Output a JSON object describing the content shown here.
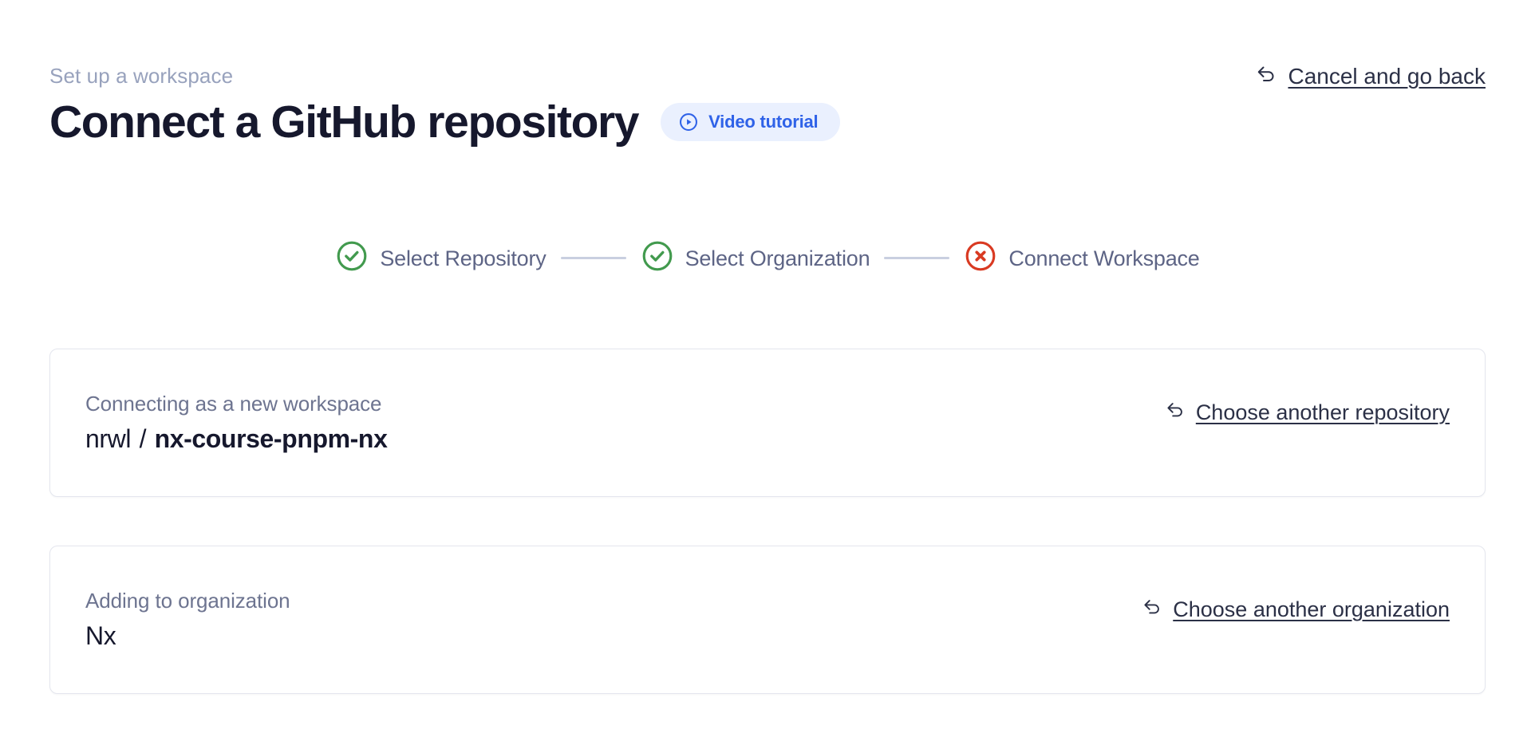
{
  "header": {
    "eyebrow": "Set up a workspace",
    "title": "Connect a GitHub repository",
    "video_tutorial_label": "Video tutorial",
    "video_tutorial_icon": "play-circle-icon",
    "cancel_label": "Cancel and go back",
    "cancel_icon": "back-arrow-icon"
  },
  "stepper": {
    "steps": [
      {
        "label": "Select Repository",
        "state": "complete",
        "icon": "check-circle-icon"
      },
      {
        "label": "Select Organization",
        "state": "complete",
        "icon": "check-circle-icon"
      },
      {
        "label": "Connect Workspace",
        "state": "error",
        "icon": "x-circle-icon"
      }
    ]
  },
  "cards": {
    "repository": {
      "caption": "Connecting as a new workspace",
      "owner": "nrwl",
      "separator": "/",
      "repo": "nx-course-pnpm-nx",
      "link_label": "Choose another repository",
      "link_icon": "back-arrow-icon"
    },
    "organization": {
      "caption": "Adding to organization",
      "value": "Nx",
      "link_label": "Choose another organization",
      "link_icon": "back-arrow-icon"
    }
  },
  "colors": {
    "background": "#ffffff",
    "title": "#16182d",
    "eyebrow": "#98a2bd",
    "accent_blue": "#2f62e8",
    "pill_background": "#eaf0fe",
    "success_green": "#429a4e",
    "error_red": "#d93a22",
    "step_label": "#5d6485",
    "connector": "#c9cfe0",
    "card_border": "#e4e6ee",
    "link": "#2b3046"
  }
}
